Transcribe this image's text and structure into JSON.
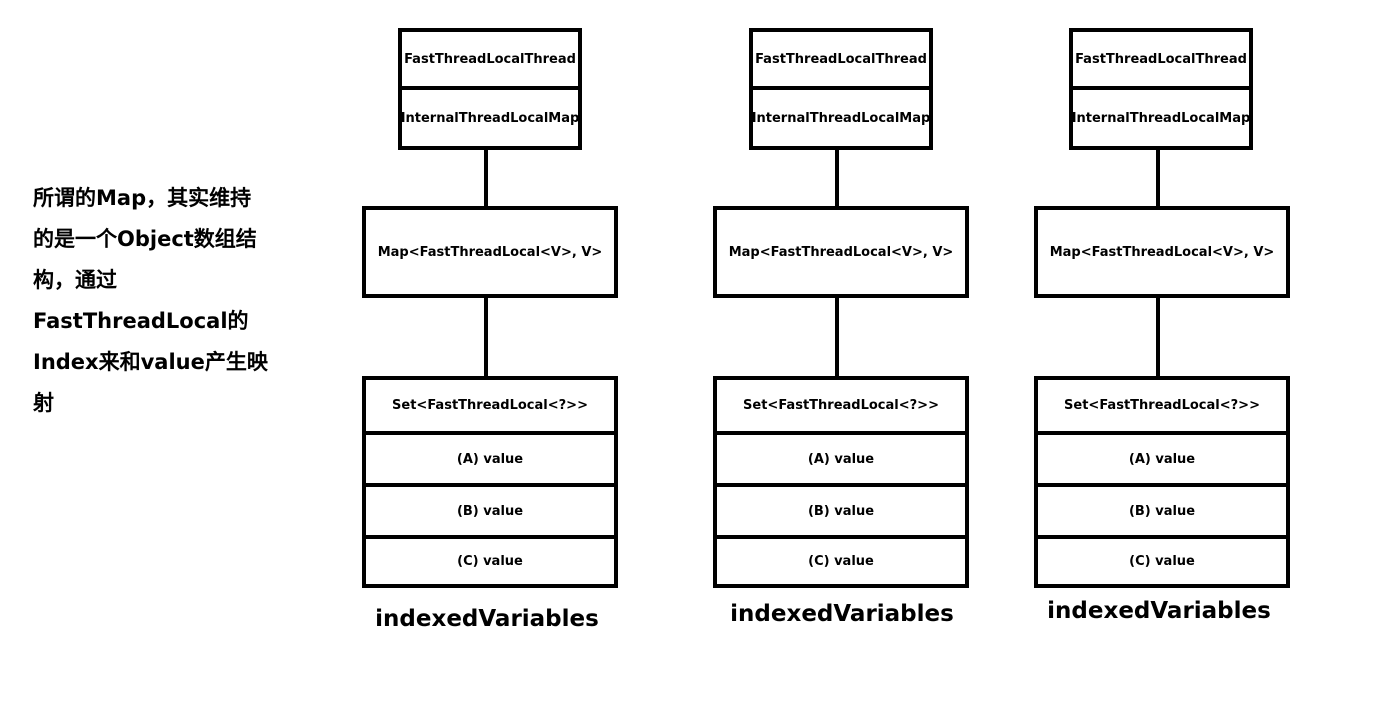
{
  "description_lines": [
    "所谓的Map，其实维持",
    "的是一个Object数组结",
    "构，通过",
    "FastThreadLocal的",
    "Index来和value产生映",
    "射"
  ],
  "columns": [
    {
      "thread_label": "FastThreadLocalThread",
      "map_holder_label": "InternalThreadLocalMap",
      "map_label": "Map<FastThreadLocal<V>, V>",
      "set_label": "Set<FastThreadLocal<?>>",
      "values": [
        "(A) value",
        "(B) value",
        "(C) value"
      ],
      "caption": "indexedVariables"
    },
    {
      "thread_label": "FastThreadLocalThread",
      "map_holder_label": "InternalThreadLocalMap",
      "map_label": "Map<FastThreadLocal<V>, V>",
      "set_label": "Set<FastThreadLocal<?>>",
      "values": [
        "(A) value",
        "(B) value",
        "(C) value"
      ],
      "caption": "indexedVariables"
    },
    {
      "thread_label": "FastThreadLocalThread",
      "map_holder_label": "InternalThreadLocalMap",
      "map_label": "Map<FastThreadLocal<V>, V>",
      "set_label": "Set<FastThreadLocal<?>>",
      "values": [
        "(A) value",
        "(B) value",
        "(C) value"
      ],
      "caption": "indexedVariables"
    }
  ]
}
